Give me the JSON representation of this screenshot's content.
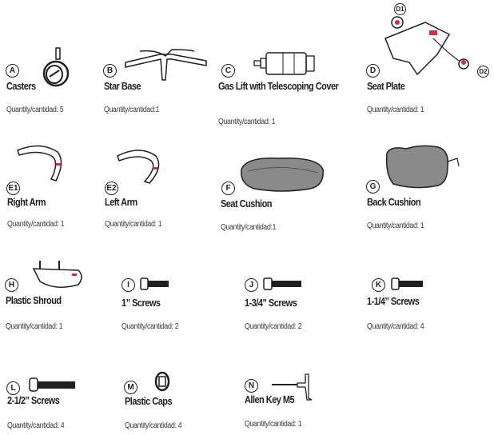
{
  "parts": [
    {
      "id": "A",
      "name": "Casters",
      "qty": "Quantity/cantidad: 5"
    },
    {
      "id": "B",
      "name": "Star Base",
      "qty": "Quantity/cantidad:1"
    },
    {
      "id": "C",
      "name": "Gas Lift with Telescoping Cover",
      "qty": "Quantity/cantidad: 1"
    },
    {
      "id": "D",
      "name": "Seat Plate",
      "qty": "Quantity/cantidad: 1",
      "sub_labels": [
        "D1",
        "D2"
      ]
    },
    {
      "id": "E1",
      "name": "Right Arm",
      "qty": "Quantity/cantidad: 1"
    },
    {
      "id": "E2",
      "name": "Left Arm",
      "qty": "Quantity/cantidad: 1"
    },
    {
      "id": "F",
      "name": "Seat Cushion",
      "qty": "Quantity/cantidad:1"
    },
    {
      "id": "G",
      "name": "Back Cushion",
      "qty": "Quantity/cantidad: 1"
    },
    {
      "id": "H",
      "name": "Plastic Shroud",
      "qty": "Quantity/cantidad: 1"
    },
    {
      "id": "I",
      "name": "1” Screws",
      "qty": "Quantity/cantidad: 2"
    },
    {
      "id": "J",
      "name": "1-3/4” Screws",
      "qty": "Quantity/cantidad: 2"
    },
    {
      "id": "K",
      "name": "1-1/4” Screws",
      "qty": "Quantity/cantidad: 4"
    },
    {
      "id": "L",
      "name": "2-1/2” Screws",
      "qty": "Quantity/cantidad: 4"
    },
    {
      "id": "M",
      "name": "Plastic Caps",
      "qty": "Quantity/cantidad: 4"
    },
    {
      "id": "N",
      "name": "Allen Key M5",
      "qty": "Quantity/cantidad: 1"
    }
  ],
  "colors": {
    "ink": "#231f20",
    "accent_red": "#e0283a",
    "cushion": "#8a8a8a"
  }
}
